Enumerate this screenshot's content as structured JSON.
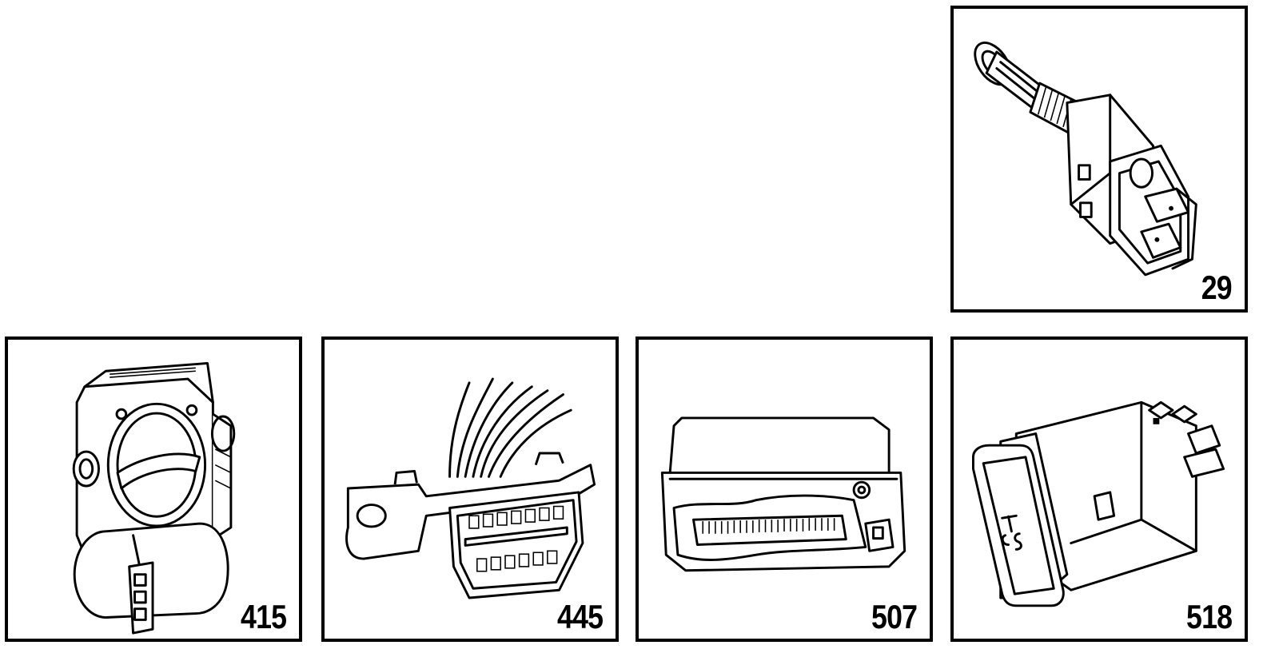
{
  "panels": [
    {
      "id": "brake-light-switch",
      "number": "29"
    },
    {
      "id": "throttle-body",
      "number": "415"
    },
    {
      "id": "diagnostic-connector",
      "number": "445"
    },
    {
      "id": "control-module",
      "number": "507"
    },
    {
      "id": "tcs-switch",
      "number": "518"
    }
  ]
}
